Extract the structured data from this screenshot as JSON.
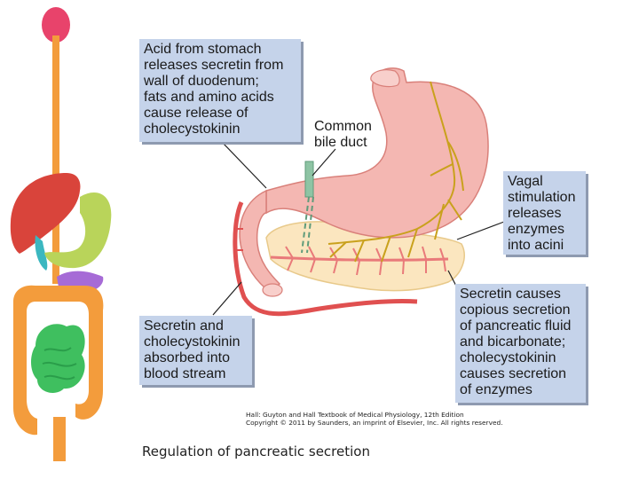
{
  "callouts": {
    "acid": "Acid from stomach\nreleases secretin from\nwall of duodenum;\nfats and amino acids\ncause release of\ncholecystokinin",
    "bile_duct": "Common\nbile duct",
    "vagal": "Vagal\nstimulation\nreleases\nenzymes\ninto acini",
    "absorbed": "Secretin and\ncholecystokinin\nabsorbed into\nblood stream",
    "secretin_effects": "Secretin causes\ncopious secretion\nof pancreatic fluid\nand bicarbonate;\ncholecystokinin\ncauses secretion\nof enzymes"
  },
  "credit": {
    "line1": "Hall: Guyton and Hall Textbook of Medical Physiology, 12th Edition",
    "line2": "Copyright © 2011 by Saunders, an imprint of Elsevier, Inc. All rights reserved."
  },
  "caption": "Regulation of pancreatic secretion",
  "colors": {
    "callout_bg": "#c5d3ea",
    "stomach": "#f4b7b2",
    "pancreas": "#fbe6bf",
    "blood_vessel": "#e05050",
    "nerve": "#c9a11c",
    "esophagus": "#f39c3c",
    "liver": "#d9443b",
    "gallbladder": "#3bb7c0",
    "stomach_icon": "#b9d45a",
    "pancreas_icon": "#a66bd6",
    "large_intestine": "#f39c3c",
    "small_intestine": "#3fbf5f",
    "mouth": "#e8436b"
  }
}
